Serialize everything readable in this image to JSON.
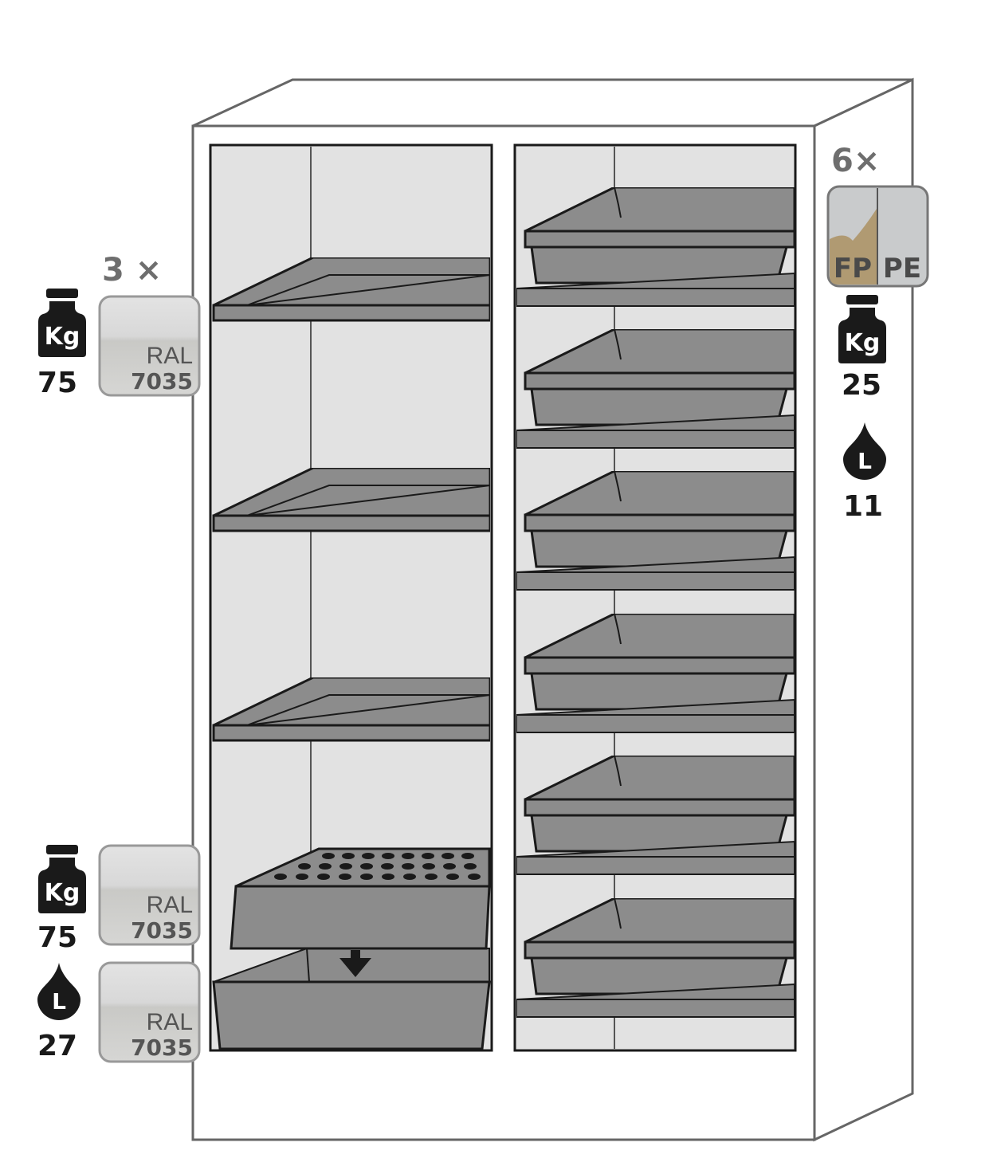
{
  "left_compartment": {
    "shelves": {
      "quantity": "3 ×",
      "load_kg_icon": "Kg",
      "load_kg": "75",
      "color_label": "RAL",
      "color_code": "7035"
    },
    "sump": {
      "load_kg_icon": "Kg",
      "load_kg": "75",
      "insert_color_label": "RAL",
      "insert_color_code": "7035",
      "volume_icon": "L",
      "volume_l": "27",
      "sump_color_label": "RAL",
      "sump_color_code": "7035"
    }
  },
  "right_compartment": {
    "trays": {
      "quantity": "6×",
      "material_1": "FP",
      "material_2": "PE",
      "load_kg_icon": "Kg",
      "load_kg": "25",
      "volume_icon": "L",
      "volume_l": "11"
    }
  },
  "colors": {
    "cabinet": "#ffffff",
    "interior": "#e2e2e2",
    "shelf": "#8c8c8c",
    "outline": "#1a1a1a",
    "ral7035": "#d4d4d4",
    "fp": "#b09a72",
    "pe": "#c9cbcc"
  }
}
